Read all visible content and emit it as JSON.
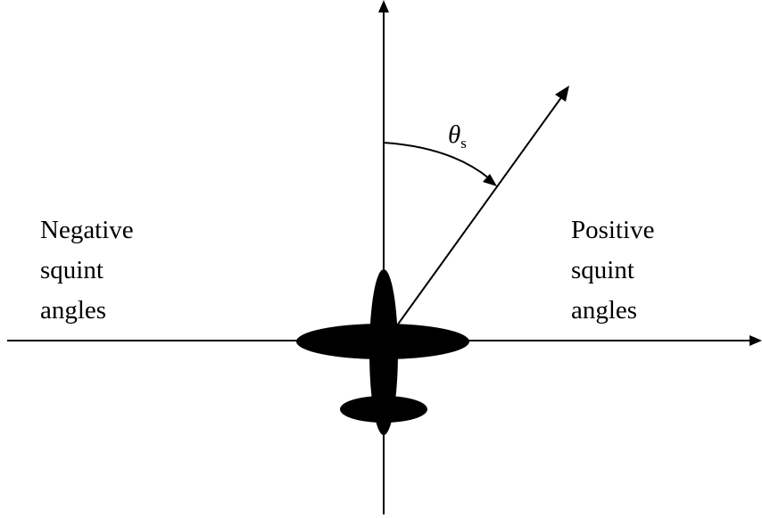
{
  "labels": {
    "negative": [
      "Negative",
      "squint",
      "angles"
    ],
    "positive": [
      "Positive",
      "squint",
      "angles"
    ],
    "angle_symbol": "θ",
    "angle_subscript": "s"
  },
  "colors": {
    "ink": "#000000",
    "background": "#ffffff"
  }
}
